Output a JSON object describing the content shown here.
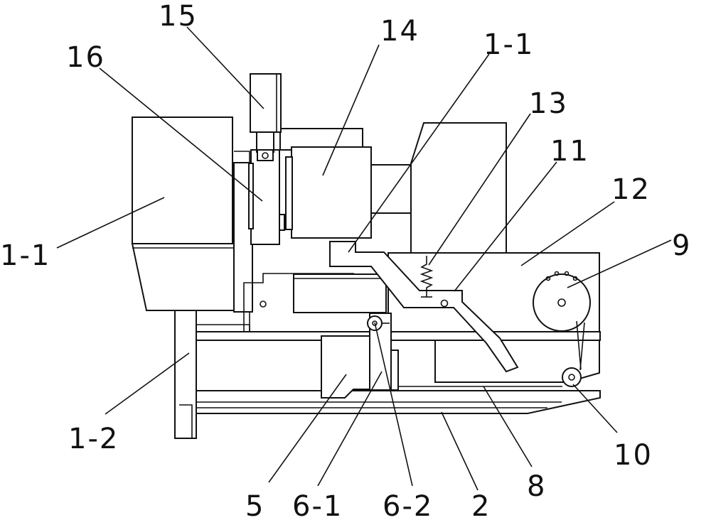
{
  "labels": {
    "l15": "15",
    "l16": "16",
    "l14": "14",
    "l1_1_top": "1-1",
    "l13": "13",
    "l11": "11",
    "l12": "12",
    "l9": "9",
    "l1_1_left": "1-1",
    "l1_2": "1-2",
    "l10": "10",
    "l5": "5",
    "l6_1": "6-1",
    "l6_2": "6-2",
    "l2": "2",
    "l8": "8"
  }
}
